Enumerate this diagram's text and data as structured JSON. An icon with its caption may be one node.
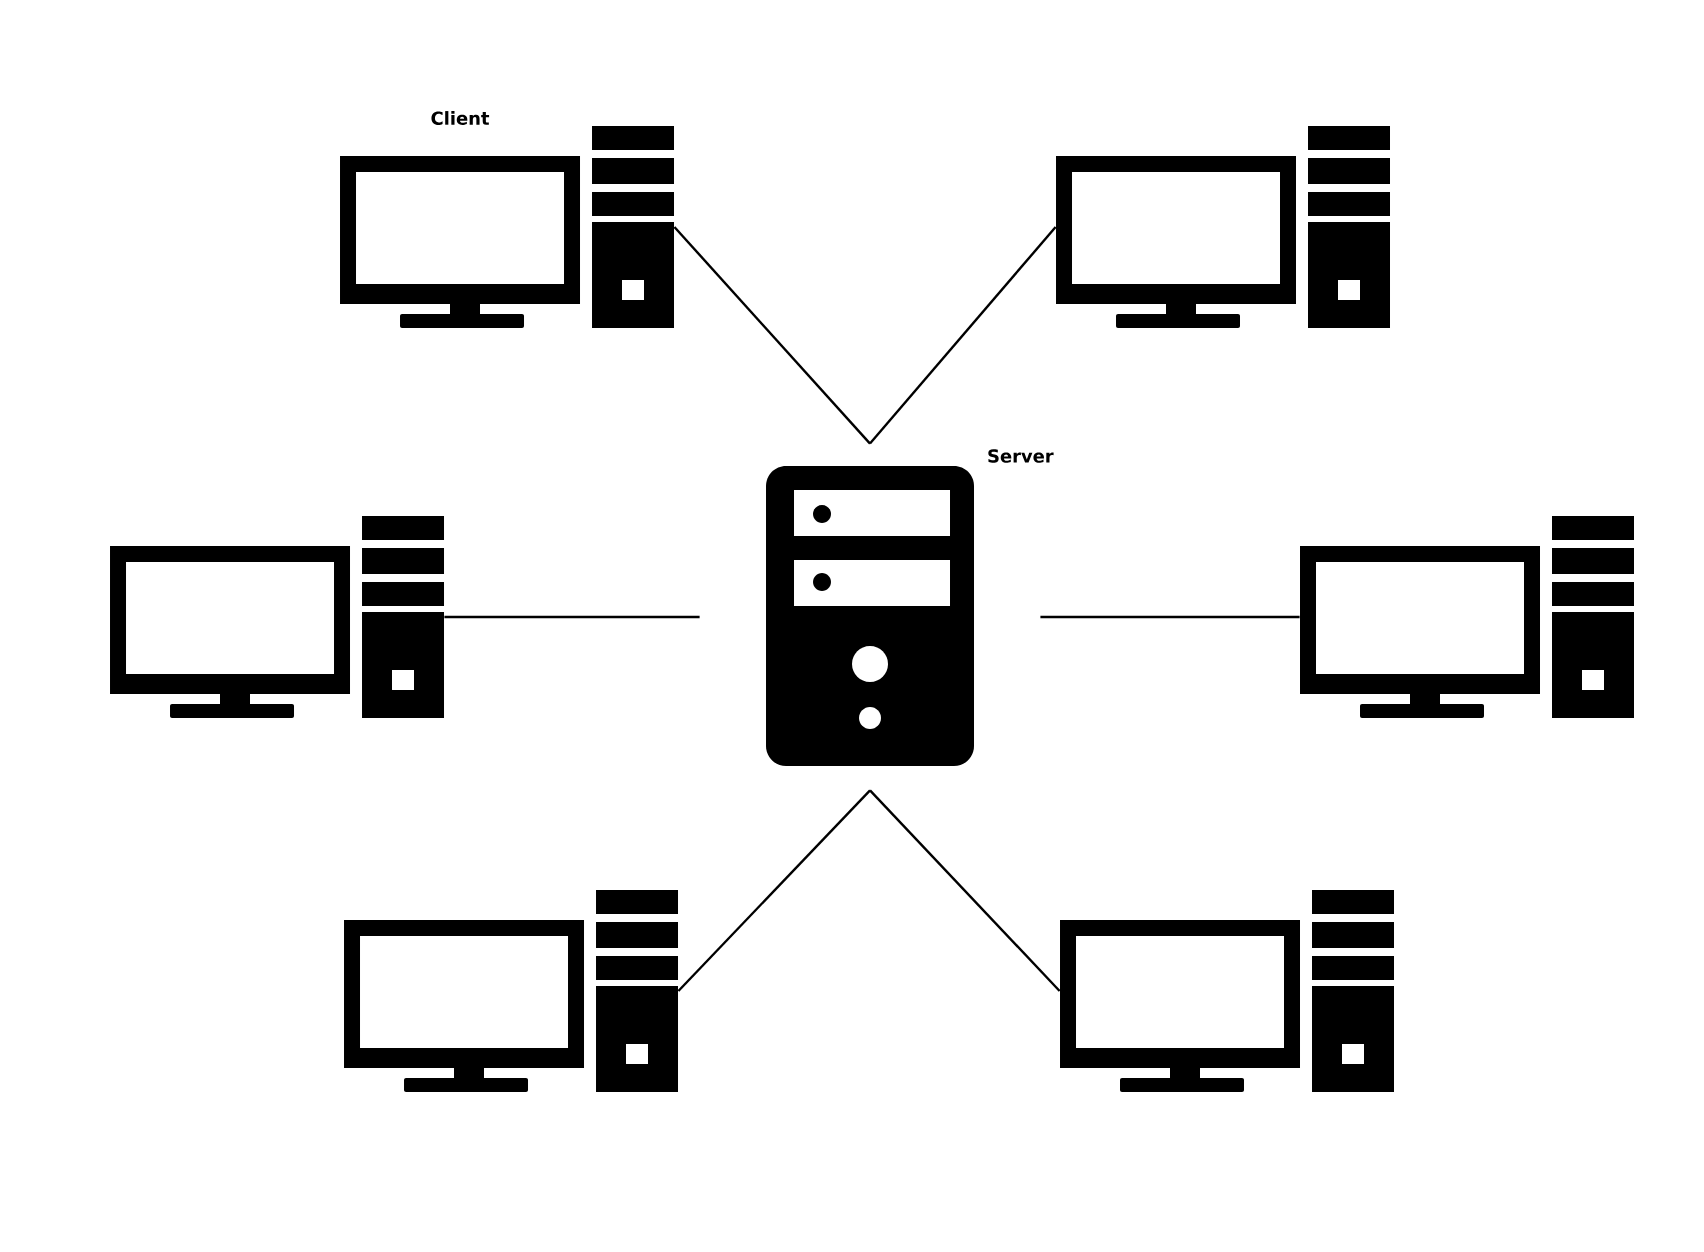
{
  "diagram": {
    "nodes": [
      {
        "text": [
          "Client"
        ]
      },
      {
        "text": [],
        "shape": "picture"
      },
      {
        "text": [
          "Server"
        ]
      },
      {
        "text": [],
        "shape": "picture"
      },
      {
        "text": [],
        "shape": "picture"
      },
      {
        "text": [],
        "shape": "picture"
      },
      {
        "text": [],
        "shape": "picture"
      }
    ],
    "edges": [
      {
        "from": 2,
        "to": 0,
        "arrow": "none"
      },
      {
        "from": 2,
        "to": 1,
        "arrow": "none"
      },
      {
        "from": 2,
        "to": 3,
        "arrow": "none"
      },
      {
        "from": 2,
        "to": 4,
        "arrow": "none"
      },
      {
        "from": 2,
        "to": 5,
        "arrow": "none"
      },
      {
        "from": 2,
        "to": 6,
        "arrow": "none"
      }
    ]
  }
}
